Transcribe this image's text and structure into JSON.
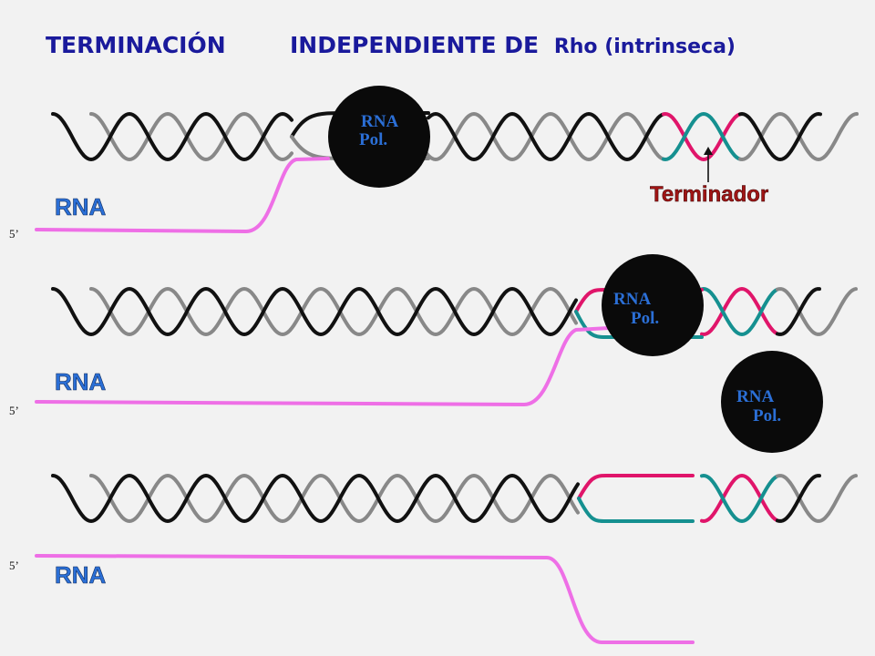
{
  "title": {
    "part1": "TERMINACIÓN",
    "part2": "INDEPENDIENTE DE",
    "part3": "Rho (intrinseca)"
  },
  "rna_label": "RNA",
  "five_prime_label": "5’",
  "polymerase": {
    "line1": "RNA",
    "line2": "Pol."
  },
  "terminator_label": "Terminador",
  "colors": {
    "strand_dark": "#111111",
    "strand_light": "#888888",
    "terminator_pink": "#e0156a",
    "terminator_teal": "#159090",
    "rna": "#ee6fe6",
    "polymerase": "#0a0a0a"
  },
  "panels": [
    {
      "step": "transcribing"
    },
    {
      "step": "at-terminator"
    },
    {
      "step": "released"
    }
  ]
}
